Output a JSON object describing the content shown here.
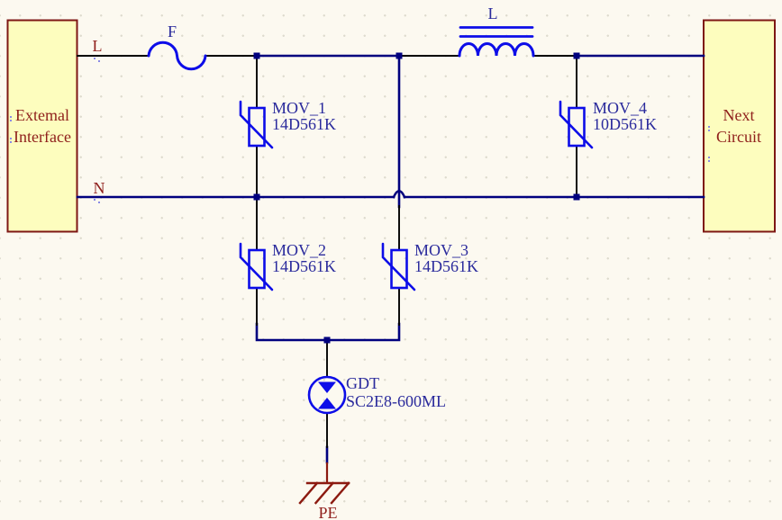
{
  "boxes": {
    "external": {
      "line1": "Extemal",
      "line2": "Interface"
    },
    "next": {
      "line1": "Next",
      "line2": "Circuit"
    }
  },
  "nets": {
    "line": "L",
    "neutral": "N",
    "earth": "PE"
  },
  "components": {
    "fuse": {
      "designator": "F"
    },
    "inductor": {
      "designator": "L"
    },
    "mov_1": {
      "designator": "MOV_1",
      "part": "14D561K"
    },
    "mov_2": {
      "designator": "MOV_2",
      "part": "14D561K"
    },
    "mov_3": {
      "designator": "MOV_3",
      "part": "14D561K"
    },
    "mov_4": {
      "designator": "MOV_4",
      "part": "10D561K"
    },
    "gdt": {
      "designator": "GDT",
      "part": "SC2E8-600ML"
    }
  },
  "colors": {
    "background": "#FCF9F0",
    "grid_dot": "#DEDBCE",
    "wire_navy": "#00007E",
    "symbol_blue": "#0D0DE8",
    "pin_black": "#000000",
    "label_blue": "#2A2A9C",
    "label_red": "#8F1F1B",
    "box_fill": "#FDFDBE",
    "box_border": "#7E1714"
  }
}
